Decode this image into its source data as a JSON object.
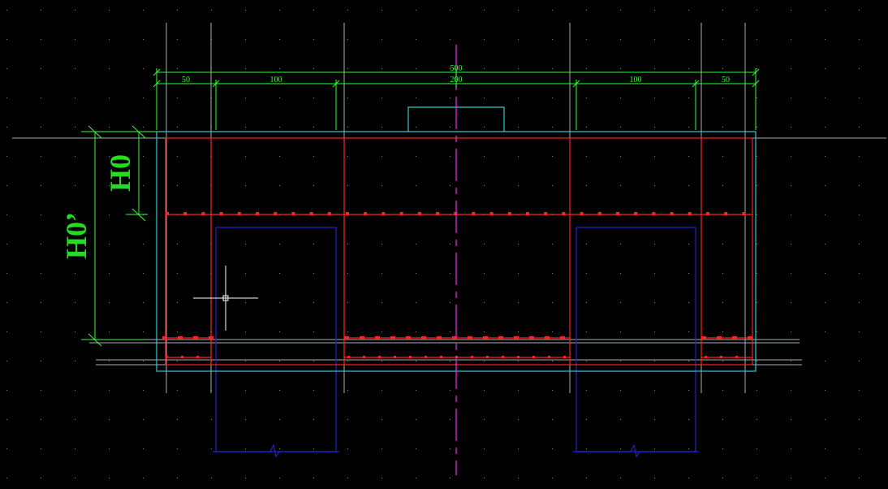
{
  "dimensions": {
    "total": "500",
    "left_edge": "50",
    "left_pier": "100",
    "center": "200",
    "right_pier": "100",
    "right_edge": "50"
  },
  "labels": {
    "h0": "H0",
    "h0_prime": "H0’"
  },
  "colors": {
    "background": "#000000",
    "dimension": "#33ff33",
    "outline": "#33cccc",
    "rebar": "#ff2222",
    "pile": "#2222cc",
    "centerline": "#ff22ff",
    "guide": "#b0c4c4"
  }
}
